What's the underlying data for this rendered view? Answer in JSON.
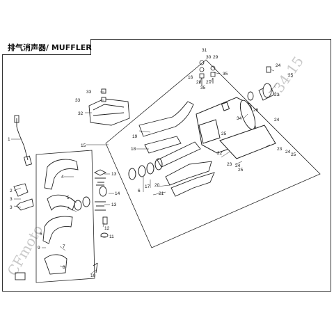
{
  "diagram": {
    "title": "排气消声器/ MUFFLER",
    "callouts": [
      "1",
      "2",
      "3",
      "4",
      "5",
      "6",
      "7",
      "8",
      "9",
      "10",
      "11",
      "12",
      "13",
      "14",
      "15",
      "16",
      "17",
      "18",
      "19",
      "20",
      "21",
      "22",
      "23",
      "24",
      "25",
      "26",
      "27",
      "28",
      "29",
      "30",
      "31",
      "32",
      "33",
      "34",
      "35"
    ],
    "watermark": [
      "CFmoto",
      ":34:15"
    ],
    "colors": {
      "line": "#222222",
      "watermark": "#c9c9c9",
      "frame": "#333333"
    }
  }
}
